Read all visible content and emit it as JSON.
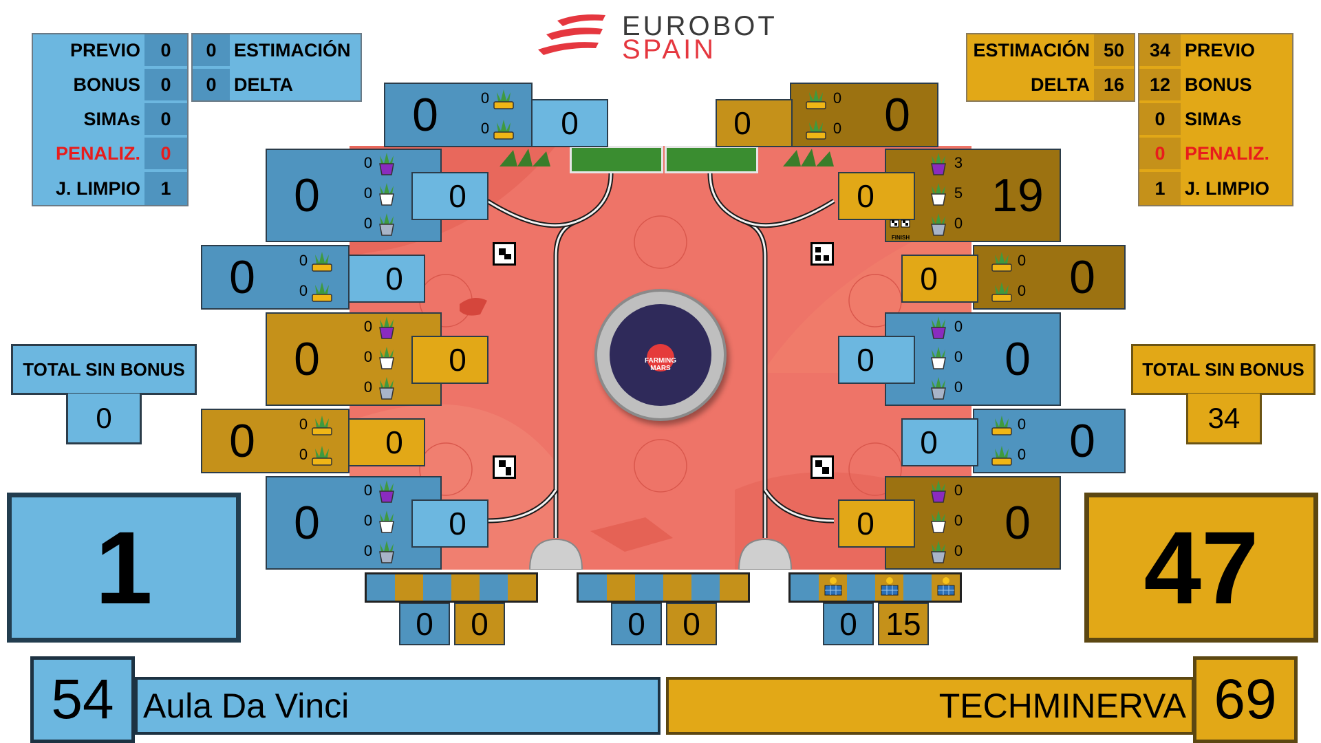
{
  "logo": {
    "line1": "EUROBOT",
    "line2": "SPAIN",
    "color_line1": "#3a3a3a",
    "color_accent": "#e5373f"
  },
  "colors": {
    "blue_light": "#6cb7e0",
    "blue_mid": "#4f94bf",
    "blue_dark": "#2f6a8f",
    "gold_light": "#e2a817",
    "gold_mid": "#c5911a",
    "gold_dark": "#9c7211",
    "penalty_red": "#e81c1c",
    "field": "#ee7468"
  },
  "blue": {
    "stats": {
      "previo_label": "PREVIO",
      "previo": "0",
      "bonus_label": "BONUS",
      "bonus": "0",
      "simas_label": "SIMAs",
      "simas": "0",
      "penaliz_label": "PENALIZ.",
      "penaliz": "0",
      "limpio_label": "J. LIMPIO",
      "limpio": "1",
      "estimacion_label": "ESTIMACIÓN",
      "estimacion": "0",
      "delta_label": "DELTA",
      "delta": "0"
    },
    "total_sin_bonus_label": "TOTAL SIN BONUS",
    "total_sin_bonus": "0",
    "big_score": "1",
    "team_number": "54",
    "team_name": "Aula Da Vinci"
  },
  "yellow": {
    "stats": {
      "estimacion_label": "ESTIMACIÓN",
      "estimacion": "50",
      "delta_label": "DELTA",
      "delta": "16",
      "previo_label": "PREVIO",
      "previo": "34",
      "bonus_label": "BONUS",
      "bonus": "12",
      "simas_label": "SIMAs",
      "simas": "0",
      "penaliz_label": "PENALIZ.",
      "penaliz": "0",
      "limpio_label": "J. LIMPIO",
      "limpio": "1"
    },
    "total_sin_bonus_label": "TOTAL SIN BONUS",
    "total_sin_bonus": "34",
    "big_score": "47",
    "team_number": "69",
    "team_name": "TECHMINERVA"
  },
  "zones": {
    "top_blue": {
      "score": "0",
      "c1": "0",
      "c2": "0",
      "sub": "0"
    },
    "top_yellow": {
      "score": "0",
      "c1": "0",
      "c2": "0",
      "sub": "0"
    },
    "left_1": {
      "score": "0",
      "c1": "0",
      "c2": "0",
      "c3": "0",
      "sub": "0"
    },
    "left_2": {
      "score": "0",
      "c1": "0",
      "c2": "0",
      "sub": "0"
    },
    "left_3": {
      "score": "0",
      "c1": "0",
      "c2": "0",
      "c3": "0",
      "sub": "0"
    },
    "left_4": {
      "score": "0",
      "c1": "0",
      "c2": "0",
      "sub": "0"
    },
    "left_5": {
      "score": "0",
      "c1": "0",
      "c2": "0",
      "c3": "0",
      "sub": "0"
    },
    "right_1": {
      "score": "19",
      "c1": "3",
      "c2": "5",
      "c3": "0",
      "sub": "0",
      "finish": "FINISH"
    },
    "right_2": {
      "score": "0",
      "c1": "0",
      "c2": "0",
      "sub": "0"
    },
    "right_3": {
      "score": "0",
      "c1": "0",
      "c2": "0",
      "c3": "0",
      "sub": "0"
    },
    "right_4": {
      "score": "0",
      "c1": "0",
      "c2": "0",
      "sub": "0"
    },
    "right_5": {
      "score": "0",
      "c1": "0",
      "c2": "0",
      "c3": "0",
      "sub": "0"
    }
  },
  "bottom": {
    "group_left": {
      "blue": "0",
      "yellow": "0"
    },
    "group_mid": {
      "blue": "0",
      "yellow": "0"
    },
    "group_right": {
      "blue": "0",
      "yellow": "15"
    }
  },
  "field_center": {
    "title_line1": "FARMING",
    "title_line2": "MARS"
  }
}
